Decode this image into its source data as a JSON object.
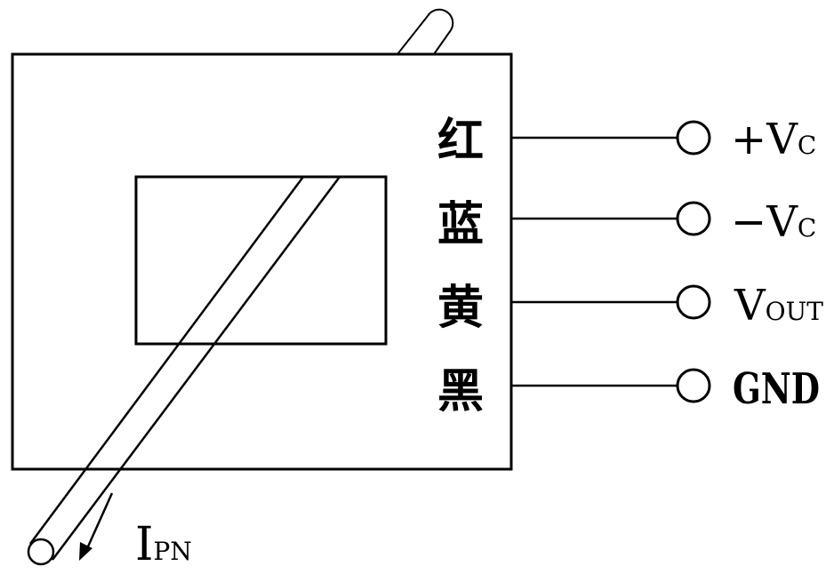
{
  "colors": {
    "stroke": "#000000",
    "background": "#ffffff"
  },
  "wire_colors": [
    {
      "label": "红",
      "terminal_main": "+V",
      "terminal_sub": "C"
    },
    {
      "label": "蓝",
      "terminal_main": "−V",
      "terminal_sub": "C"
    },
    {
      "label": "黄",
      "terminal_main": "V",
      "terminal_sub": "OUT"
    },
    {
      "label": "黑",
      "terminal_main": "GND",
      "terminal_sub": ""
    }
  ],
  "current": {
    "main": "I",
    "sub": "PN"
  }
}
